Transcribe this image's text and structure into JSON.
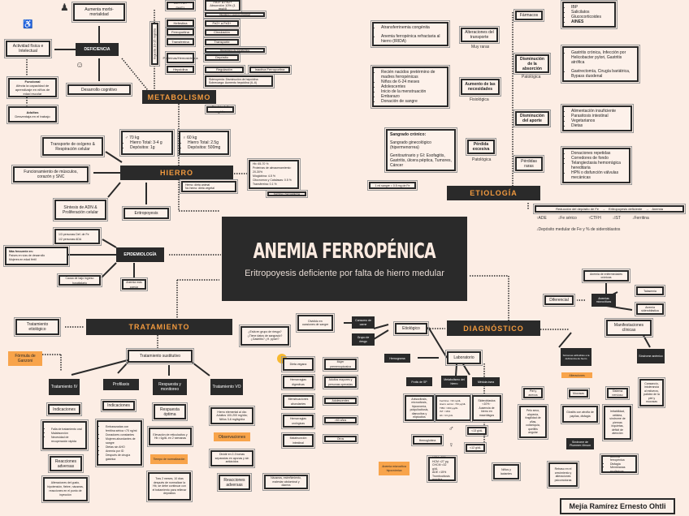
{
  "center": {
    "title": "ANEMIA FERROPÉNICA",
    "subtitle": "Eritropoyesis deficiente por falta de hierro medular"
  },
  "author": "Mejía Ramírez Ernesto Ohtli",
  "sections": {
    "deficiencia": "DEFICIENCIA",
    "metabolismo": "METABOLISMO",
    "hierro": "HIERRO",
    "epidemiologia": "EPIDEMIOLOGÍA",
    "tratamiento": "TRATAMIENTO",
    "diagnostico": "DIAGNÓSTICO",
    "etiologia": "ETIOLOGÍA"
  },
  "deficiencia": {
    "mortalidad": "Aumenta morbi-mortalidad",
    "actividad": "Actividad física e Intelectual",
    "desarrollo": "Desarrollo cognitivo",
    "funcional": {
      "title": "Funcional",
      "text": "Afecta la capacidad de aprendizaje en niños de edad escolar"
    },
    "adultos": {
      "title": "Adultos",
      "text": "Desventaja en el trabajo"
    }
  },
  "metabolismo": {
    "side_label": "Ingesta 10-15 mg/día",
    "dcytb": "DCYTB / DMT1",
    "dcytb_out": "Fe3+ a Fe2+ Absorción 10% (1 mg/d)",
    "dcytb_note": "Duodeno y yeyuno proximal",
    "hefestina": "Hefestina",
    "hefestina_out": "Fe2+ a Fe3+",
    "ferroportina": "Ferroportina",
    "ferroportina_out": "Circulación",
    "transferrina": "Transferrina",
    "transferrina_out": "Transporte",
    "transferrina_note": "Receptores de transferrina",
    "proteinas": "Proteínas/Hemosiderina",
    "proteinas_out": "Depósito",
    "hepcidina": "Hepcidina",
    "hepcidina_out": "Regulación",
    "hepcidina_out2": "Inactiva Ferroportina",
    "hepcidina_notes": [
      "Sideropenia: Disminución de hepcidina",
      "Sobrecarga: Aumento hepcidina (IL-6)"
    ],
    "perdida": "Pérdida 1-2 mg/día"
  },
  "hierro": {
    "male": {
      "weight": "70 kg",
      "items": [
        "Hierro Total: 3-4 g",
        "Depósitos: 1g"
      ]
    },
    "female": {
      "weight": "60 kg",
      "items": [
        "Hierro Total: 2.5g",
        "Depósitos: 500mg"
      ]
    },
    "transporte": "Transporte de oxígeno & Respiración celular",
    "funcionamiento": "Funcionamiento de músculos, corazón y SNC",
    "sintesis": "Síntesis de ADN & Proliferación celular",
    "eritropoyesis": "Eritropoyesis",
    "forms": [
      "Hemo: dieta animal",
      "No hemo: dieta vegetal"
    ],
    "distribution": [
      "Hb: 65-70 %",
      "Proteínas de almacenamiento: 20-30%",
      "Mioglobina: 4-5 %",
      "Citocromos y Catalasas: 0.5 %",
      "Transferrina: 0.1 %"
    ],
    "distribution_note": "Ferritina y hemosiderina"
  },
  "epidemiologia": {
    "stats": [
      "1/3 personas Def. de Fe",
      "1/2 personas ADA"
    ],
    "mas_frecuente": {
      "title": "Más frecuente en:",
      "items": [
        "Países en vías de desarrollo",
        "Mujeres en edad fértil"
      ]
    },
    "causa": "Causa de bajo ingreso hospitalario",
    "anemia": "Anemia más común"
  },
  "tratamiento": {
    "etiologico": "Tratamiento etiológico",
    "ganzoni": "Fórmula de Ganzoni",
    "sustitutivo": "Tratamiento sustitutivo",
    "iv": {
      "title": "Tratamiento IV",
      "indicaciones": "Indicaciones",
      "list": [
        "Falla de tratamiento oral",
        "Malabsorción",
        "Necesidad de recuperación rápida"
      ],
      "reacciones": "Reacciones adversas",
      "reacciones_text": "Alteraciones del gusto, hipotensión, fiebre, náuseas, reacciones en el punto de inyección"
    },
    "profilaxis": {
      "title": "Profilaxis",
      "indicaciones": "Indicaciones",
      "list": [
        "Embarazadas con ferritina sérica <70 ng/ml",
        "Donadores constantes",
        "Mujeres abundantes de sangre",
        "Dietas sin AHO",
        "Anemia por ID",
        "Después de cirugía gástrica"
      ]
    },
    "respuesta": {
      "title": "Respuesta y monitoreo",
      "optima": "Respuesta óptima",
      "elevacion": "Elevación de reticulocitos y Hb >1g/dL en 2 semanas",
      "tiempo": "Tiempo de normalización",
      "tiempo_text": "Tras 2 meses, 10 días después de normalizar la Hb, se debe continuar con el tratamiento para rellenar depósitos"
    },
    "vo": {
      "title": "Tratamiento VO",
      "dosis": "Hierro elemental al día: Adultos 100-200 mg/día; Niños 3-6 mg/kg/día",
      "observaciones": "Observaciones",
      "obs_text": "Dividir en 2-3 tomas separadas en ayunas y sin antiácidos",
      "reacciones": "Reacciones adversas",
      "reacciones_text": "Náuseas, estreñimiento, malestar abdominal y diarrea"
    }
  },
  "diagnostico": {
    "diferencial": "Diferencial",
    "anemias": "Anemias microcíticas",
    "anemia_enf": "Anemia de enfermedades crónicas",
    "talasemia": "Talasemia",
    "sideroblastica": "Anemia sideroblástica",
    "etiologico": "Etiológico",
    "consumo": "Consumo de carne",
    "dividido": "Dividido en ocasiones de sangre",
    "grupo": "Grupo de riesgo",
    "question": "¿Está en grupo de riesgo? ¿Tiene datos de sangrado? ¿Gastritis? ¿H. pylori?",
    "risk_left": [
      "Dieta vegana",
      "Hemorragias digestivas",
      "Menstruaciones abundantes",
      "Hemorragias urológicas",
      "Malabsorción intestinal"
    ],
    "risk_right": [
      "Mujer premenopáusica",
      "Adultos mayores y personas operadas",
      "Adolescentes",
      ">60 años",
      "Otros"
    ],
    "laboratorio": "Laboratorio",
    "hemograma": "Hemograma",
    "frotis": {
      "title": "Frotis de SP",
      "text": "Anisocitosis, microcitosis, hipocromía, poiquilocitosis, dianocitos y eliptocitos"
    },
    "metabolismo": {
      "title": "Metabolismo del hierro",
      "text": [
        "Ferritina: <30 ng/dL",
        "Hierro sérico: <50 µg/dL",
        "TIBC >360 µg/dL",
        "IST <16%",
        "Transferrina",
        "Hb <13 g/dL"
      ]
    },
    "medula": {
      "title": "Médula ósea",
      "text": "Sideroblastos <10% · Ausencia de hierro en macrófagos"
    },
    "hemoglobina": "Hemoglobina",
    "hb_male": "<13 g/dL",
    "hb_female": "<12 g/dL",
    "anemia_micro": "Anemia microcítica hipocrómica",
    "indices": [
      "VCM <80fl",
      "HCM <27 pg",
      "CHCM <32 g/dL",
      "ADE >15%",
      "Trombocitosis reactiva"
    ],
    "manifestaciones": "Manifestaciones clínicas",
    "sintomas": "Síntomas atribuibles a la deficiencia de hierro",
    "sindrome_anemico": "Síndrome anémico",
    "sindrome_text": "Cansancio, intolerancia al esfuerzo, palidez de la piel y mucosas",
    "alteraciones": "Alteraciones",
    "piel": "Piel y anexos",
    "piel_text": "Pelo seco, alopecia, fragilidad de uñas, coiloniquia, queilitis angular",
    "mucosas": "Mucosas",
    "mucosas_text": "Glositis con atrofia de papilas, disfagia",
    "neuro": "Sistema nervioso",
    "neuro_text": "Irritabilidad, cefalea, síndrome de piernas inquietas, déficit de atención",
    "plummer": "Síndrome de Plummer-Vinson",
    "plummer_list": [
      "Anemia ferropénica",
      "Disfagia",
      "Membranas esofágicas"
    ],
    "ninos": "Niños y lactantes",
    "ninos_text": "Retraso en el crecimiento y alteraciones psicomotoras"
  },
  "etiologia": {
    "farmacos": "Fármacos",
    "farmacos_list": [
      "IBP",
      "Salicilatos",
      "Glucocorticoides",
      "AINES"
    ],
    "transporte": "Alteraciones del transporte",
    "transporte_sub": "Muy raras",
    "transporte_list": [
      "Atransferrinemia congénita",
      "Anemia ferropénica refractaria al hierro (IRIDA)"
    ],
    "absorcion": "Disminución de la absorción",
    "absorcion_sub": "Patológica",
    "absorcion_list": [
      "Gastritis crónica, Infección por Helicobacter pylori, Gastritis atrófica",
      "Gastrectomía, Cirugía bariátrica, Bypass duodenal"
    ],
    "necesidades": "Aumento de las necesidades",
    "necesidades_sub": "Fisiológica",
    "necesidades_list": [
      "Recién nacidos pretérmino de madres ferropénicas",
      "Niños de 6-24 meses",
      "Adolescentes",
      "Inicio de la menstruación",
      "Embarazo",
      "Donación de sangre"
    ],
    "aporte": "Disminución del aporte",
    "aporte_list": [
      "Alimentación insuficiente",
      "Parasitosis intestinal",
      "Vegetarianos",
      "Dietas"
    ],
    "perdida": "Pérdida excesiva",
    "perdida_sub": "Patológica",
    "perdida_text": [
      "Sangrado crónico:",
      "Sangrado ginecológico (hipermenorrea)",
      "Genitourinario y GI: Esofagitis, Gastritis, úlcera péptica, Tumores, Cáncer"
    ],
    "perdida_note": "1 ml sangre = 0.5 mg de Fe",
    "raras": "Pérdidas raras",
    "raras_list": [
      "Donaciones repetidas",
      "Corredores de fondo",
      "Telangiectasia hemorrágica hereditaria",
      "HPN o disfunción válvulas mecánicas"
    ],
    "sequence": [
      "Reducción del depósito de Fe",
      "Eritropoyesis deficiente",
      "Anemia"
    ],
    "markers": [
      "↑ADE",
      "↓Fe sérico",
      "↑CTFH",
      "↓IST",
      "↓Ferritina"
    ],
    "marker2": "↓Depósito medular de Fe y % de sideroblastos"
  }
}
